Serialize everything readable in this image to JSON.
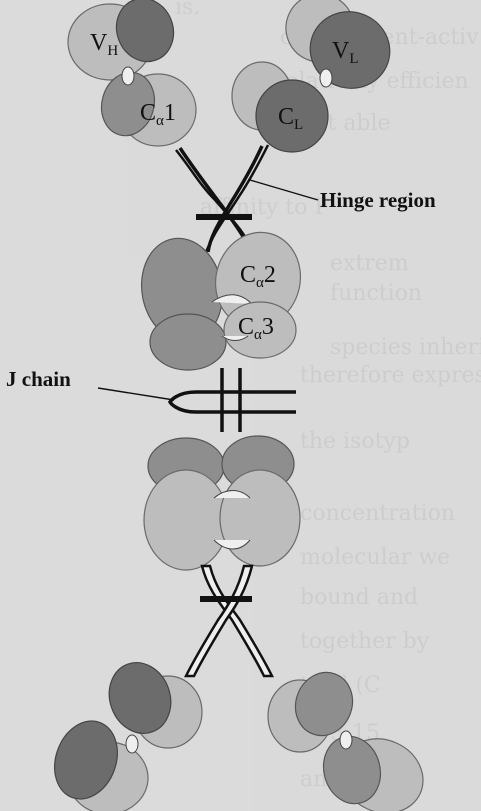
{
  "figure": {
    "labels": {
      "vh": "V",
      "vh_sub": "H",
      "vl": "V",
      "vl_sub": "L",
      "ca1": "C",
      "ca1_sub": "α",
      "ca1_num": "1",
      "cl": "C",
      "cl_sub": "L",
      "ca2": "C",
      "ca2_sub": "α",
      "ca2_num": "2",
      "ca3": "C",
      "ca3_sub": "α",
      "ca3_num": "3"
    },
    "callouts": {
      "hinge": "Hinge region",
      "jchain": "J chain"
    },
    "colors": {
      "light": "#bdbdbd",
      "mid": "#8e8e8e",
      "dark": "#6c6c6c",
      "background": "#dcdcdc"
    }
  }
}
